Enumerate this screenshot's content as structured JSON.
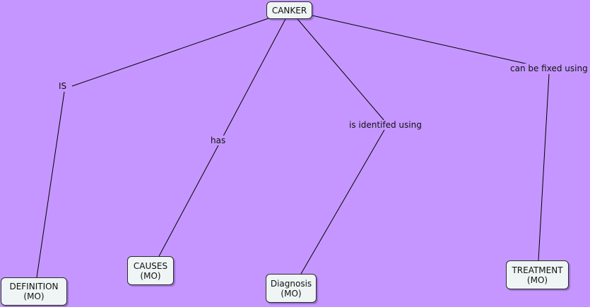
{
  "colors": {
    "background": "#c596ff",
    "node_fill": "#eef5f4",
    "node_border": "#2b2b2b",
    "edge": "#000000"
  },
  "nodes": {
    "root": {
      "line1": "CANKER"
    },
    "definition": {
      "line1": "DEFINITION",
      "line2": "(MO)"
    },
    "causes": {
      "line1": "CAUSES",
      "line2": "(MO)"
    },
    "diagnosis": {
      "line1": "Diagnosis",
      "line2": "(MO)"
    },
    "treatment": {
      "line1": "TREATMENT",
      "line2": "(MO)"
    }
  },
  "links": {
    "is": "IS",
    "has": "has",
    "identified": "is identifed using",
    "fixed": "can be fixed using"
  }
}
